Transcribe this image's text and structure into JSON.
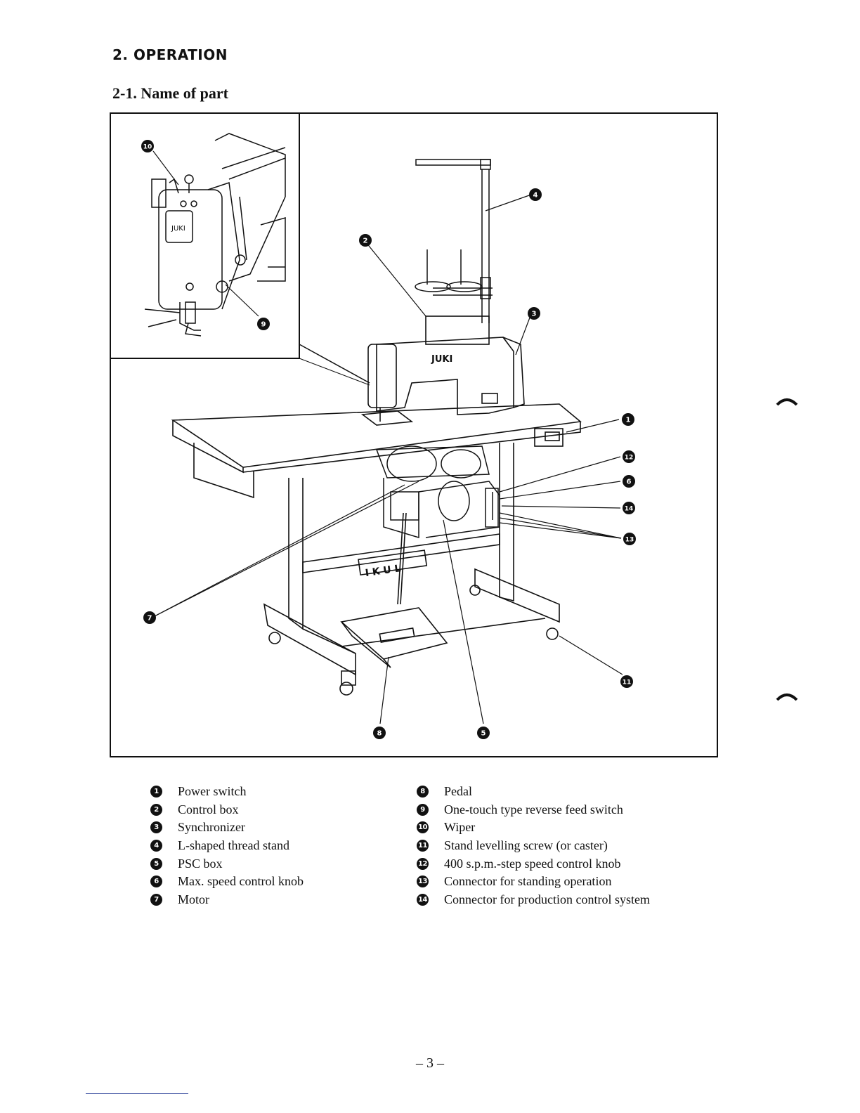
{
  "section": {
    "title": "2. OPERATION"
  },
  "subsection": {
    "title": "2-1.  Name of part"
  },
  "diagram": {
    "machine_brand": "JUKI",
    "callouts": [
      "1",
      "2",
      "3",
      "4",
      "5",
      "6",
      "7",
      "8",
      "9",
      "10",
      "11",
      "12",
      "13",
      "14"
    ]
  },
  "legend": {
    "left": [
      {
        "num": "1",
        "label": "Power switch"
      },
      {
        "num": "2",
        "label": "Control box"
      },
      {
        "num": "3",
        "label": "Synchronizer"
      },
      {
        "num": "4",
        "label": "L-shaped thread stand"
      },
      {
        "num": "5",
        "label": "PSC box"
      },
      {
        "num": "6",
        "label": "Max. speed control knob"
      },
      {
        "num": "7",
        "label": "Motor"
      }
    ],
    "right": [
      {
        "num": "8",
        "label": "Pedal"
      },
      {
        "num": "9",
        "label": "One-touch type reverse feed switch"
      },
      {
        "num": "10",
        "label": "Wiper"
      },
      {
        "num": "11",
        "label": "Stand levelling screw (or caster)"
      },
      {
        "num": "12",
        "label": "400 s.p.m.-step speed control knob"
      },
      {
        "num": "13",
        "label": "Connector for standing operation"
      },
      {
        "num": "14",
        "label": "Connector for production control system"
      }
    ]
  },
  "page": {
    "number": "– 3 –"
  }
}
